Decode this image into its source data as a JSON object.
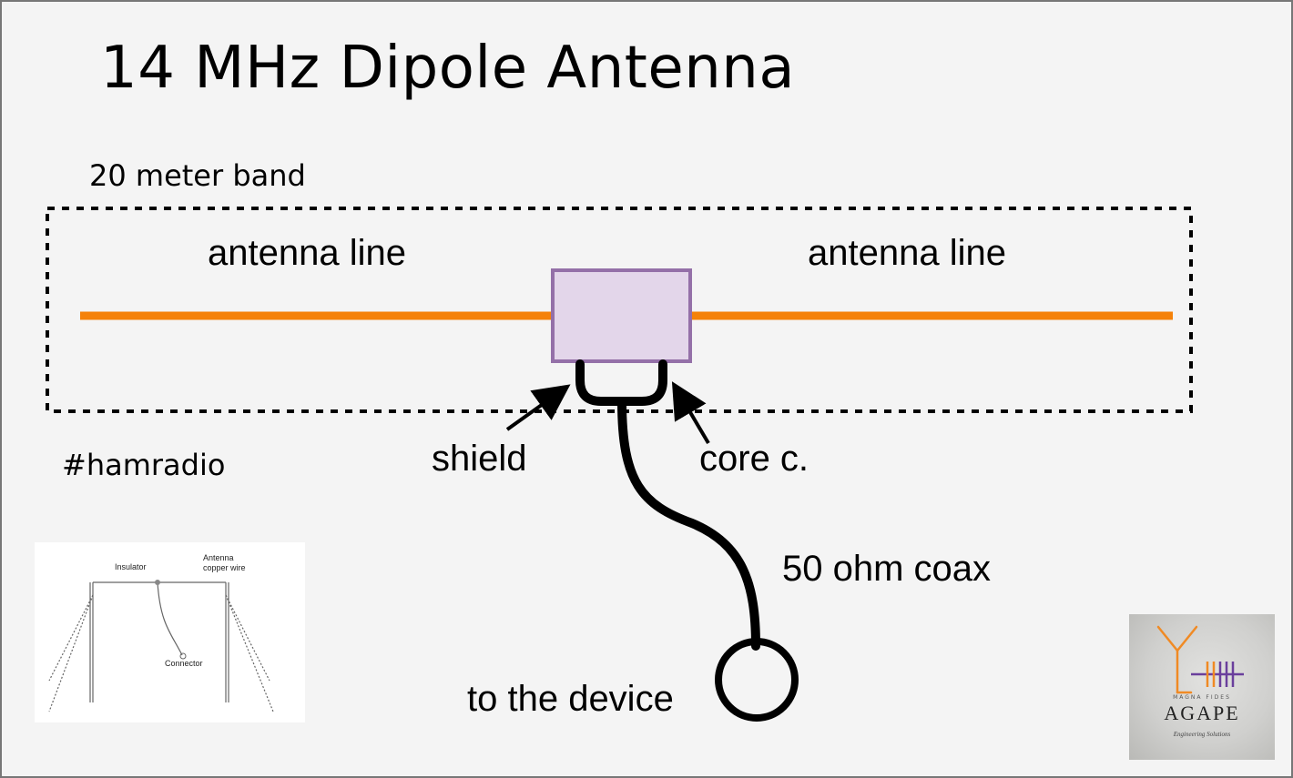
{
  "title": "14 MHz Dipole Antenna",
  "band_label": "20 meter band",
  "hashtag": "#hamradio",
  "labels": {
    "antenna_left": "antenna line",
    "antenna_right": "antenna line",
    "shield": "shield",
    "core": "core c.",
    "coax": "50 ohm coax",
    "device": "to the device"
  },
  "thumbnail": {
    "insulator": "Insulator",
    "antenna_line1": "Antenna",
    "antenna_line2": "copper wire",
    "connector": "Connector"
  },
  "logo": {
    "subtitle": "MAGNA FIDES",
    "name": "AGAPE",
    "tagline": "Engineering Solutions"
  },
  "colors": {
    "antenna": "#f5820a",
    "feedpoint_fill": "#e3d6ea",
    "feedpoint_border": "#9470a8",
    "cable": "#000000",
    "logo_orange": "#f08a24",
    "logo_purple": "#6a3f9c"
  }
}
